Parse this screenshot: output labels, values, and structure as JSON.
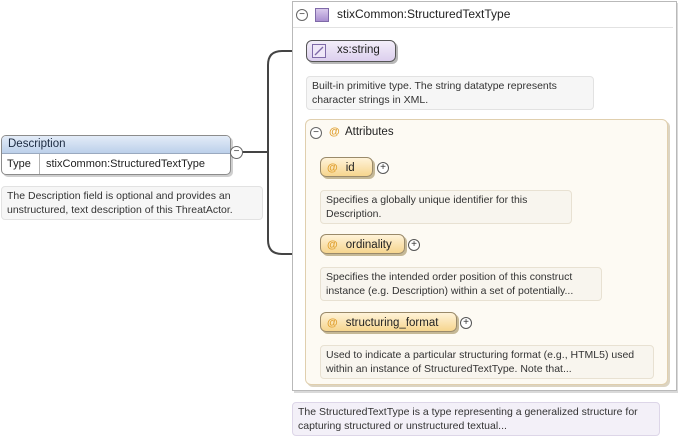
{
  "element": {
    "name": "Description",
    "type_key": "Type",
    "type_value": "stixCommon:StructuredTextType",
    "note": "The Description field is optional and provides an unstructured, text description of this ThreatActor.",
    "collapse_symbol": "−"
  },
  "complex_type": {
    "name": "stixCommon:StructuredTextType",
    "collapse_symbol": "−",
    "note": "The StructuredTextType is a type representing a generalized structure for capturing structured or unstructured textual...",
    "base": {
      "name": "xs:string",
      "note": "Built-in primitive type. The string datatype represents character strings in XML."
    },
    "attributes": {
      "label": "Attributes",
      "collapse_symbol": "−",
      "at_symbol": "@",
      "items": [
        {
          "name": "id",
          "expand_symbol": "+",
          "note": "Specifies a globally unique identifier for this Description."
        },
        {
          "name": "ordinality",
          "expand_symbol": "+",
          "note": "Specifies the intended order position of this construct instance (e.g. Description) within a set of potentially..."
        },
        {
          "name": "structuring_format",
          "expand_symbol": "+",
          "note": "Used to indicate a particular structuring format (e.g., HTML5) used within an instance of StructuredTextType. Note that..."
        }
      ]
    }
  },
  "colors": {
    "element_header": "#bcd0ea",
    "type_icon": "#a98fd0",
    "attribute_pill": "#f6d58e",
    "connector": "#444444"
  }
}
